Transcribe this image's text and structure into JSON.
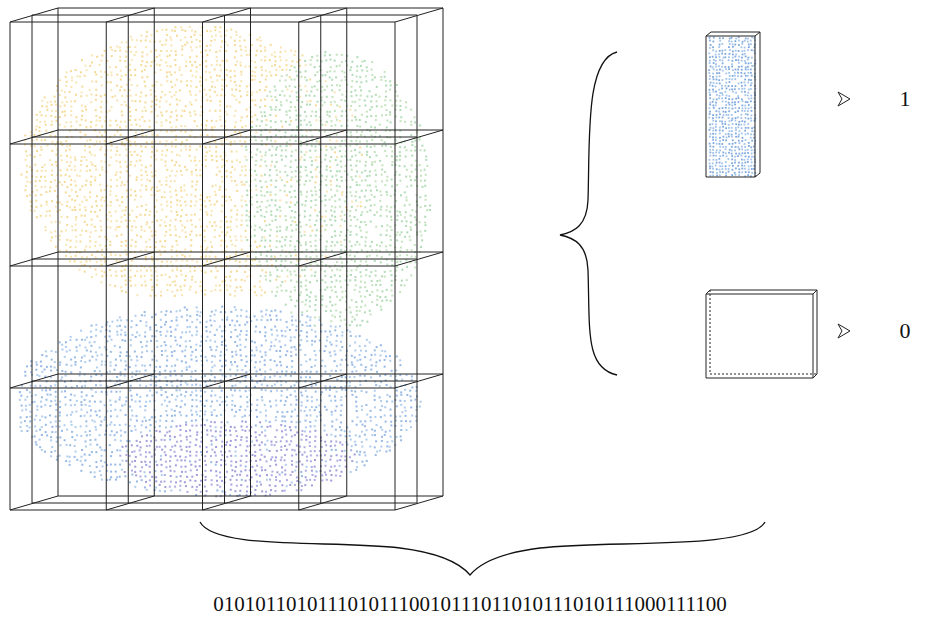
{
  "diagram": {
    "labels": [
      "1",
      "0",
      "01010110101110101110010111011010111010111000111100"
    ]
  }
}
